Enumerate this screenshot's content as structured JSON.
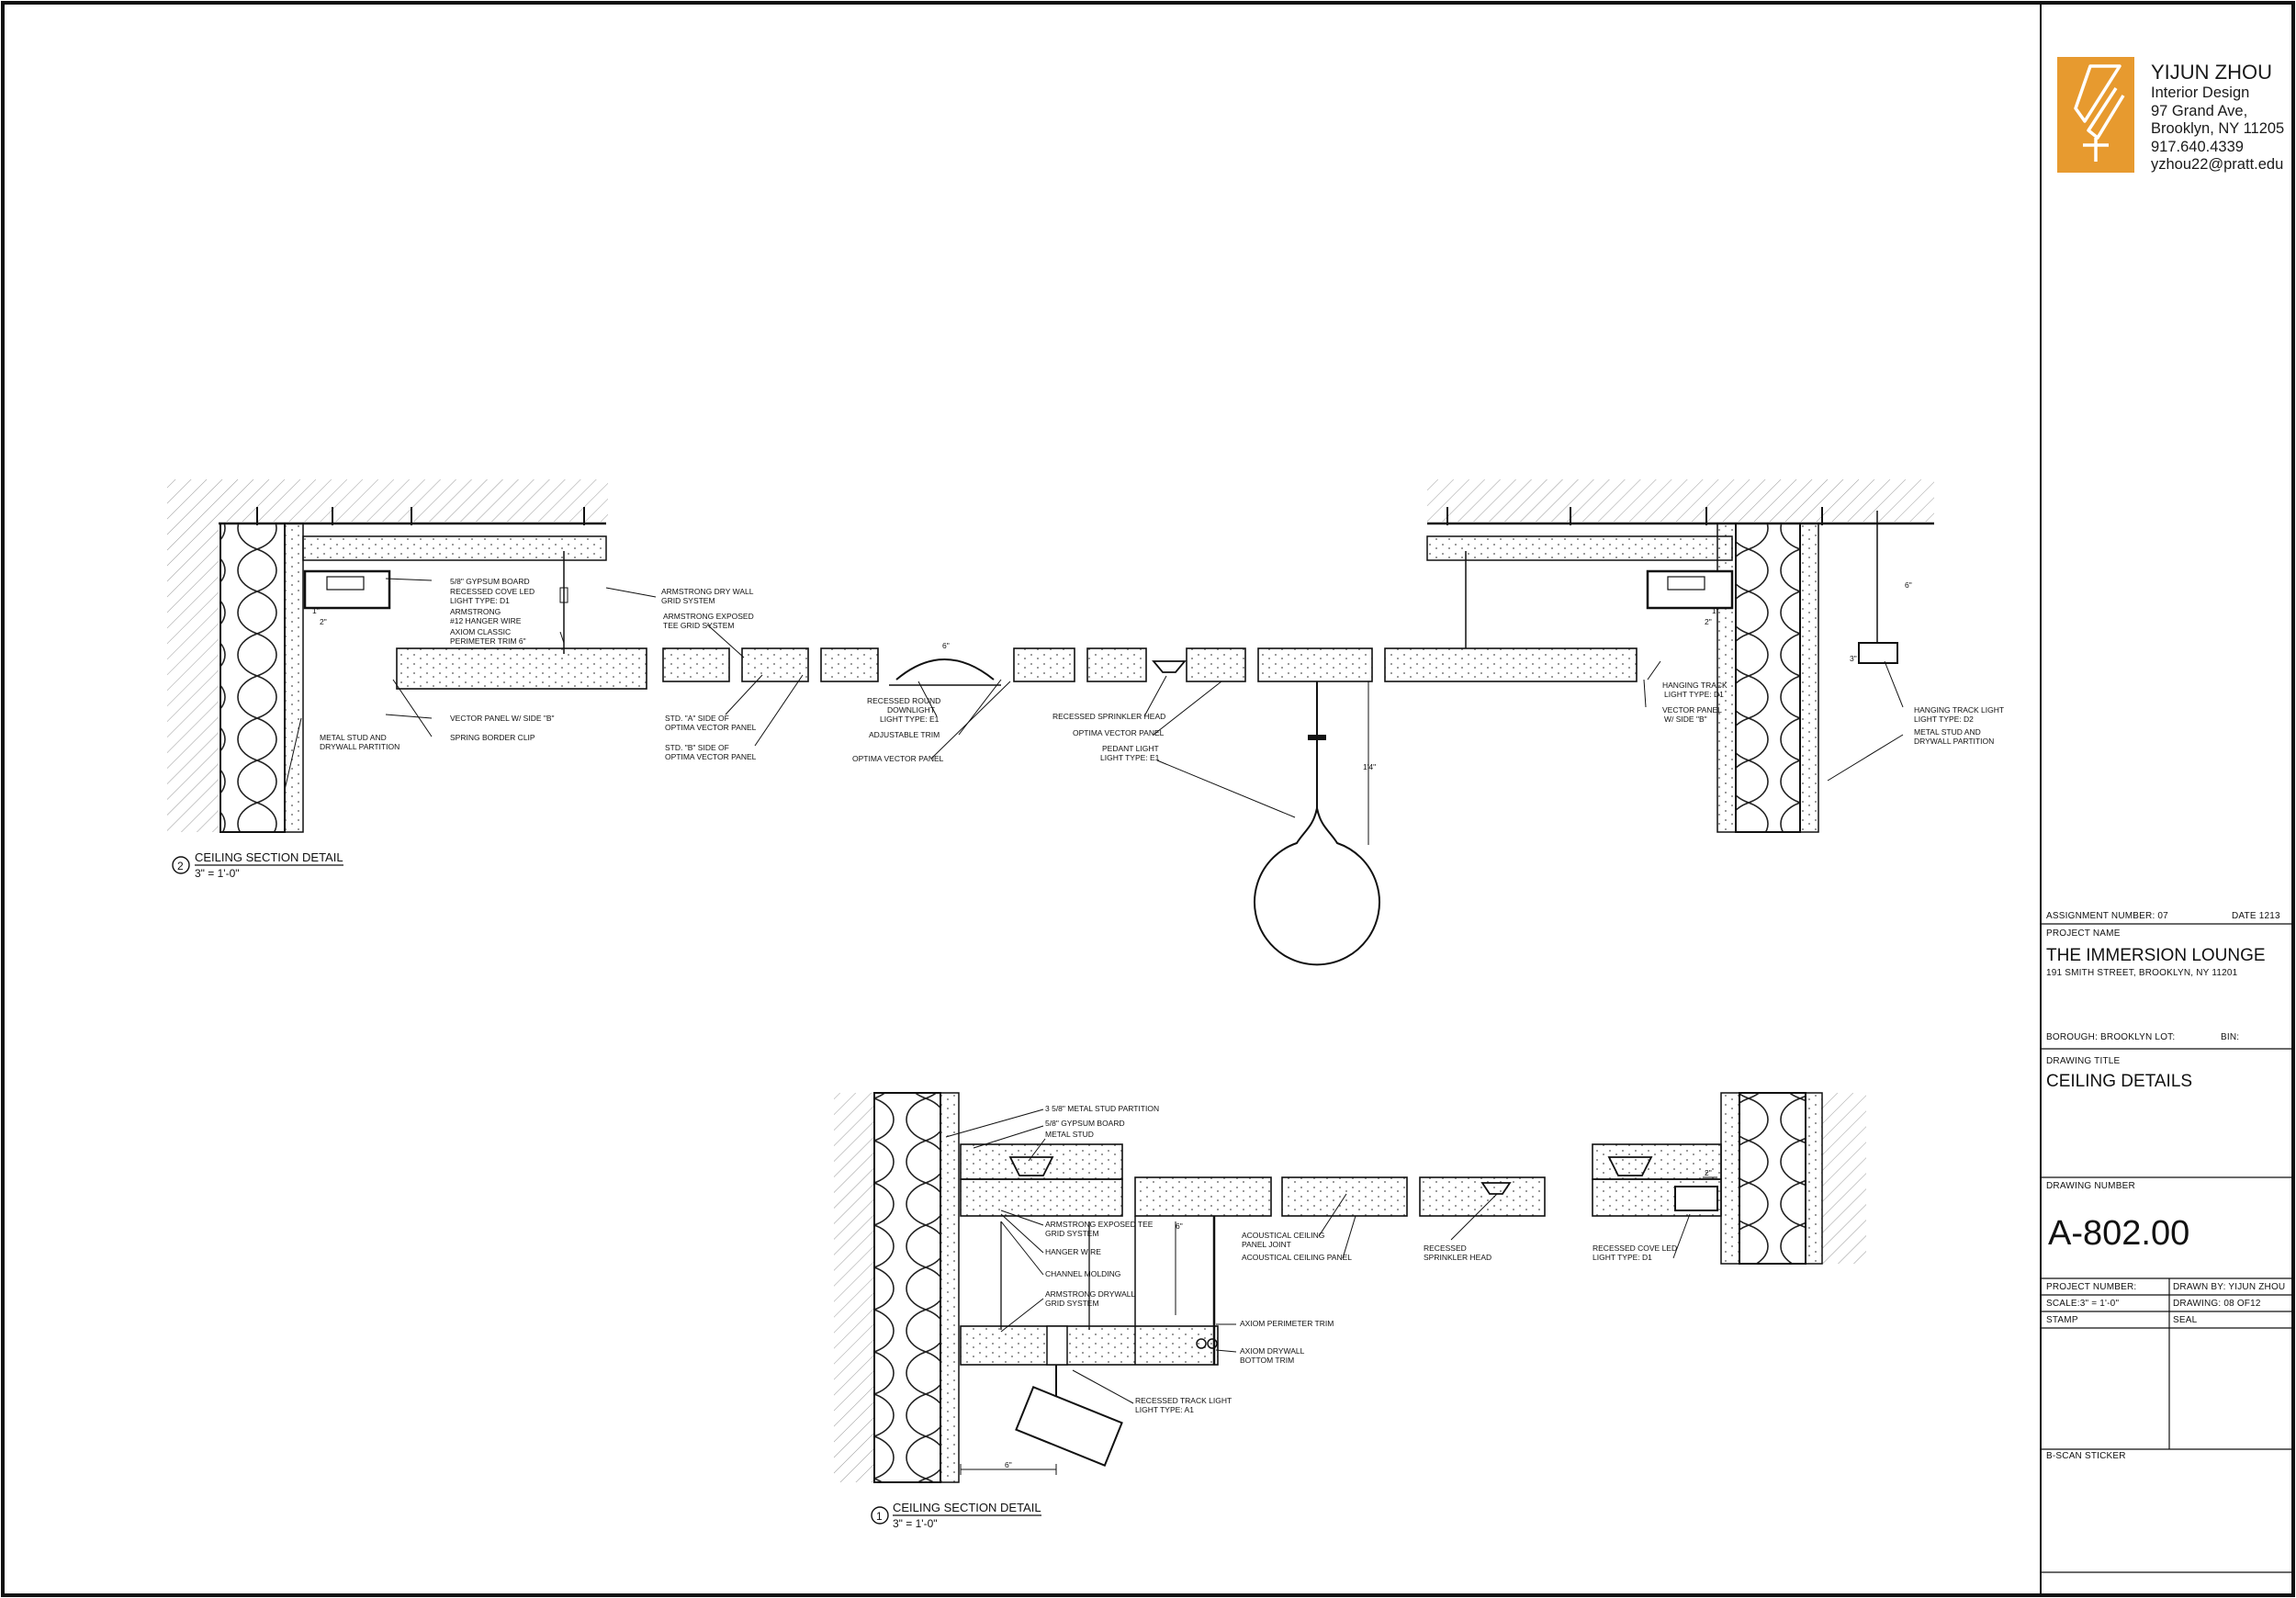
{
  "firm": {
    "name": "YIJUN ZHOU",
    "line1": "Interior Design",
    "line2": "97 Grand Ave,",
    "line3": "Brooklyn, NY 11205",
    "line4": "917.640.4339",
    "line5": "yzhou22@pratt.edu"
  },
  "titleblock": {
    "assignment": "ASSIGNMENT NUMBER: 07",
    "date": "DATE 1213",
    "project_name_label": "PROJECT NAME",
    "project_name": "THE IMMERSION LOUNGE",
    "project_address": "191 SMITH STREET, BROOKLYN, NY 11201",
    "borough": "BOROUGH: BROOKLYN LOT:",
    "bin": "BIN:",
    "drawing_title_label": "DRAWING TITLE",
    "drawing_title": "CEILING DETAILS",
    "drawing_number_label": "DRAWING NUMBER",
    "drawing_number": "A-802.00",
    "project_number": "PROJECT NUMBER:",
    "drawn_by": "DRAWN BY: YIJUN ZHOU",
    "scale": "SCALE:3\" = 1'-0\"",
    "drawing_count": "DRAWING: 08 OF12",
    "stamp": "STAMP",
    "seal": "SEAL",
    "bscan": "B-SCAN STICKER"
  },
  "detail2": {
    "number": "2",
    "title": "CEILING SECTION DETAIL",
    "scale": "3\" = 1'-0\"",
    "labels": {
      "gypsum": "5/8\" GYPSUM BOARD",
      "cove_led_1": "RECESSED COVE LED",
      "cove_led_2": "LIGHT TYPE: D1",
      "hanger_1": "ARMSTRONG",
      "hanger_2": "#12 HANGER WIRE",
      "axiom_1": "AXIOM CLASSIC",
      "axiom_2": "PERIMETER TRIM 6\"",
      "drywall_grid_1": "ARMSTRONG DRY WALL",
      "drywall_grid_2": "GRID SYSTEM",
      "tee_grid_1": "ARMSTRONG EXPOSED",
      "tee_grid_2": "TEE GRID SYSTEM",
      "vector_side_b": "VECTOR PANEL W/ SIDE \"B\"",
      "spring_clip": "SPRING BORDER CLIP",
      "std_a_1": "STD.  \"A\" SIDE OF",
      "std_a_2": "OPTIMA VECTOR PANEL",
      "std_b_1": "STD.  \"B\" SIDE OF",
      "std_b_2": "OPTIMA VECTOR PANEL",
      "metal_stud_1": "METAL STUD AND",
      "metal_stud_2": "DRYWALL PARTITION",
      "downlight_1": "RECESSED ROUND",
      "downlight_2": "DOWNLIGHT",
      "downlight_3": "LIGHT TYPE: E1",
      "adj_trim": "ADJUSTABLE TRIM",
      "optima_1": "OPTIMA VECTOR PANEL",
      "sprinkler": "RECESSED SPRINKLER HEAD",
      "optima_2": "OPTIMA VECTOR PANEL",
      "pendant_1": "PEDANT LIGHT",
      "pendant_2": "LIGHT TYPE: E1",
      "track_d1_1": "HANGING TRACK",
      "track_d1_2": "LIGHT TYPE: D1",
      "vector_b_1": "VECTOR PANEL",
      "vector_b_2": "W/ SIDE \"B\"",
      "track_d2_1": "HANGING TRACK LIGHT",
      "track_d2_2": "LIGHT TYPE: D2",
      "metal_stud_r1": "METAL STUD AND",
      "metal_stud_r2": "DRYWALL PARTITION",
      "dim_1": "1\"",
      "dim_2": "2\"",
      "dim_6": "6\"",
      "dim_14": "1'4\"",
      "dim_r1": "1\"",
      "dim_r2": "2\"",
      "dim_r3": "3\"",
      "dim_r6": "6\""
    }
  },
  "detail1": {
    "number": "1",
    "title": "CEILING SECTION DETAIL",
    "scale": "3\" = 1'-0\"",
    "labels": {
      "stud_partition": "3 5/8\" METAL STUD PARTITION",
      "gypsum": "5/8\" GYPSUM BOARD",
      "metal_stud": "METAL STUD",
      "tee_1": "ARMSTRONG EXPOSED TEE",
      "tee_2": "GRID SYSTEM",
      "hanger": "HANGER WIRE",
      "channel": "CHANNEL MOLDING",
      "drywall_1": "ARMSTRONG DRYWALL",
      "drywall_2": "GRID SYSTEM",
      "joint_1": "ACOUSTICAL CEILING",
      "joint_2": "PANEL JOINT",
      "acoustic_panel": "ACOUSTICAL CEILING PANEL",
      "sprinkler_1": "RECESSED",
      "sprinkler_2": "SPRINKLER HEAD",
      "cove_1": "RECESSED COVE LED",
      "cove_2": "LIGHT TYPE: D1",
      "perimeter": "AXIOM PERIMETER TRIM",
      "bottom_1": "AXIOM DRYWALL",
      "bottom_2": "BOTTOM TRIM",
      "track_1": "RECESSED TRACK LIGHT",
      "track_2": "LIGHT TYPE: A1",
      "dim_6": "6\"",
      "dim_6b": "6\"",
      "dim_2": "2\""
    }
  }
}
